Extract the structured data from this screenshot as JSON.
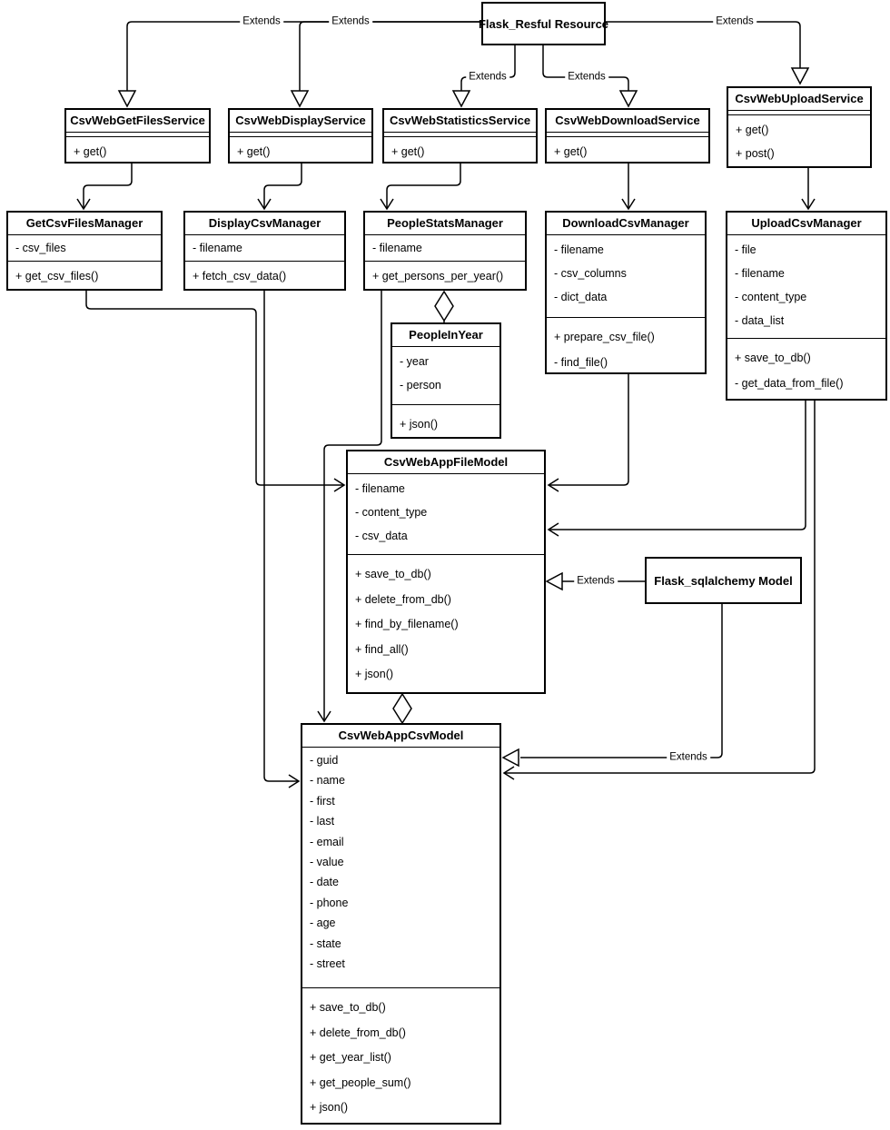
{
  "diagram_type": "uml-class-diagram",
  "colors": {
    "line": "#000000",
    "node_fill": "#ffffff",
    "background": "#ffffff",
    "text": "#000000"
  },
  "classes": {
    "flask_restful": {
      "name": "Flask_Resful Resource",
      "attributes": [],
      "methods": []
    },
    "get_files_service": {
      "name": "CsvWebGetFilesService",
      "attributes": [],
      "methods": [
        "+ get()"
      ]
    },
    "display_service": {
      "name": "CsvWebDisplayService",
      "attributes": [],
      "methods": [
        "+ get()"
      ]
    },
    "statistics_service": {
      "name": "CsvWebStatisticsService",
      "attributes": [],
      "methods": [
        "+ get()"
      ]
    },
    "download_service": {
      "name": "CsvWebDownloadService",
      "attributes": [],
      "methods": [
        "+ get()"
      ]
    },
    "upload_service": {
      "name": "CsvWebUploadService",
      "attributes": [],
      "methods": [
        "+ get()",
        "+ post()"
      ]
    },
    "get_files_manager": {
      "name": "GetCsvFilesManager",
      "attributes": [
        "- csv_files"
      ],
      "methods": [
        "+ get_csv_files()"
      ]
    },
    "display_manager": {
      "name": "DisplayCsvManager",
      "attributes": [
        "- filename"
      ],
      "methods": [
        "+ fetch_csv_data()"
      ]
    },
    "people_stats_manager": {
      "name": "PeopleStatsManager",
      "attributes": [
        "- filename"
      ],
      "methods": [
        "+ get_persons_per_year()"
      ]
    },
    "download_manager": {
      "name": "DownloadCsvManager",
      "attributes": [
        "- filename",
        "- csv_columns",
        "- dict_data"
      ],
      "methods": [
        "+ prepare_csv_file()",
        "- find_file()"
      ]
    },
    "upload_manager": {
      "name": "UploadCsvManager",
      "attributes": [
        "- file",
        "- filename",
        "- content_type",
        "- data_list"
      ],
      "methods": [
        "+ save_to_db()",
        "- get_data_from_file()"
      ]
    },
    "people_in_year": {
      "name": "PeopleInYear",
      "attributes": [
        "- year",
        "- person"
      ],
      "methods": [
        "+ json()"
      ]
    },
    "file_model": {
      "name": "CsvWebAppFileModel",
      "attributes": [
        "- filename",
        "- content_type",
        "- csv_data"
      ],
      "methods": [
        "+ save_to_db()",
        "+ delete_from_db()",
        "+ find_by_filename()",
        "+ find_all()",
        "+ json()"
      ]
    },
    "sqlalchemy_model": {
      "name": "Flask_sqlalchemy Model",
      "attributes": [],
      "methods": []
    },
    "csv_model": {
      "name": "CsvWebAppCsvModel",
      "attributes": [
        "- guid",
        "- name",
        "- first",
        "- last",
        "- email",
        "- value",
        "- date",
        "- phone",
        "- age",
        "- state",
        "- street"
      ],
      "methods": [
        "+ save_to_db()",
        "+ delete_from_db()",
        "+ get_year_list()",
        "+ get_people_sum()",
        "+ json()"
      ]
    }
  },
  "edges": {
    "e1": {
      "from": "flask_restful",
      "to": "get_files_service",
      "type": "extends",
      "label": "Extends"
    },
    "e2": {
      "from": "flask_restful",
      "to": "display_service",
      "type": "extends",
      "label": "Extends"
    },
    "e3": {
      "from": "flask_restful",
      "to": "statistics_service",
      "type": "extends",
      "label": "Extends"
    },
    "e4": {
      "from": "flask_restful",
      "to": "download_service",
      "type": "extends",
      "label": "Extends"
    },
    "e5": {
      "from": "flask_restful",
      "to": "upload_service",
      "type": "extends",
      "label": "Extends"
    },
    "e6": {
      "from": "get_files_service",
      "to": "get_files_manager",
      "type": "association"
    },
    "e7": {
      "from": "display_service",
      "to": "display_manager",
      "type": "association"
    },
    "e8": {
      "from": "statistics_service",
      "to": "people_stats_manager",
      "type": "association"
    },
    "e9": {
      "from": "download_service",
      "to": "download_manager",
      "type": "association"
    },
    "e10": {
      "from": "upload_service",
      "to": "upload_manager",
      "type": "association"
    },
    "e11": {
      "from": "people_stats_manager",
      "to": "people_in_year",
      "type": "aggregation"
    },
    "e12": {
      "from": "people_stats_manager",
      "to": "csv_model",
      "type": "association"
    },
    "e13": {
      "from": "get_files_manager",
      "to": "file_model",
      "type": "association"
    },
    "e14": {
      "from": "display_manager",
      "to": "csv_model",
      "type": "association"
    },
    "e15": {
      "from": "download_manager",
      "to": "file_model",
      "type": "association"
    },
    "e16": {
      "from": "upload_manager",
      "to": "file_model",
      "type": "association"
    },
    "e17": {
      "from": "upload_manager",
      "to": "csv_model",
      "type": "association"
    },
    "e18": {
      "from": "sqlalchemy_model",
      "to": "file_model",
      "type": "extends",
      "label": "Extends"
    },
    "e19": {
      "from": "sqlalchemy_model",
      "to": "csv_model",
      "type": "extends",
      "label": "Extends"
    },
    "e20": {
      "from": "file_model",
      "to": "csv_model",
      "type": "aggregation"
    }
  }
}
